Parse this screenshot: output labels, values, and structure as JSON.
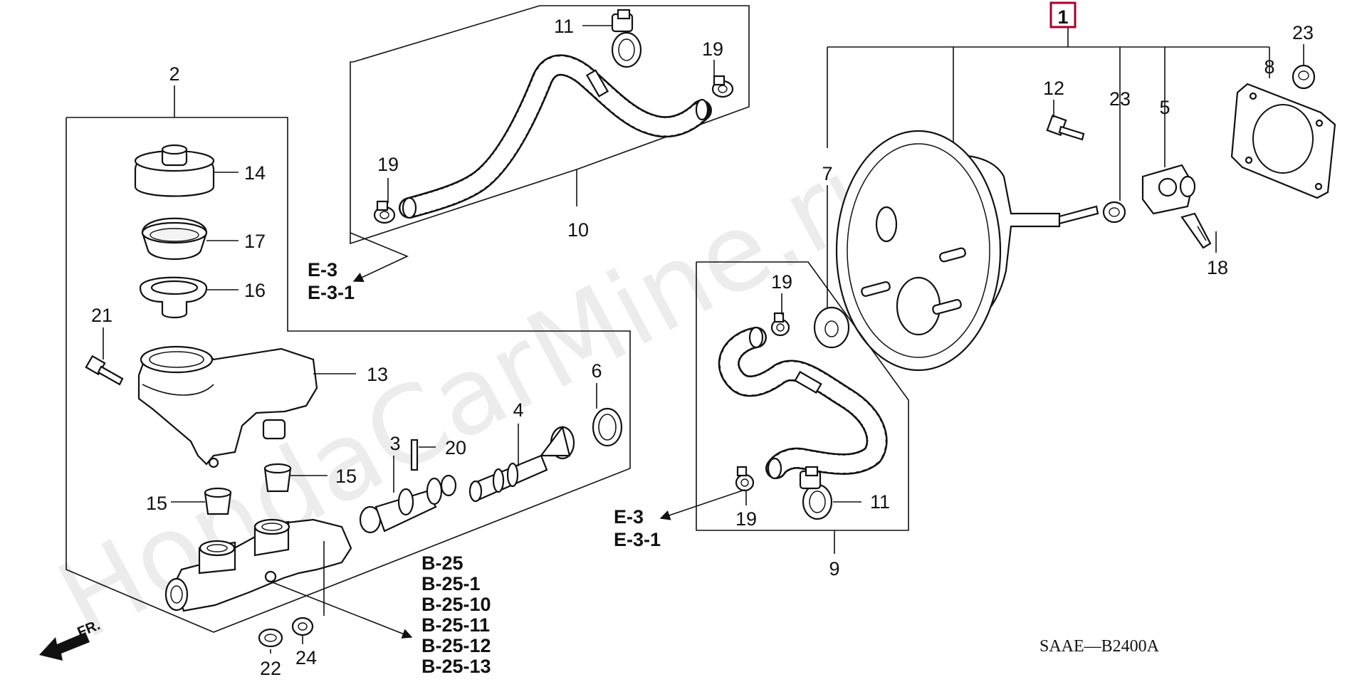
{
  "diagram_code": "SAAE—B2400A",
  "watermark": "HondaCarMine.ru",
  "front_label": "FR.",
  "assembly_box_label": "1",
  "callouts": {
    "c2": "2",
    "c3": "3",
    "c4": "4",
    "c5": "5",
    "c6": "6",
    "c7": "7",
    "c8": "8",
    "c9": "9",
    "c10": "10",
    "c11a": "11",
    "c11b": "11",
    "c12": "12",
    "c13": "13",
    "c14": "14",
    "c15a": "15",
    "c15b": "15",
    "c16": "16",
    "c17": "17",
    "c18": "18",
    "c19a": "19",
    "c19b": "19",
    "c19c": "19",
    "c19d": "19",
    "c20": "20",
    "c21": "21",
    "c22": "22",
    "c23a": "23",
    "c23b": "23",
    "c24": "24"
  },
  "references": {
    "e3_top": [
      "E-3",
      "E-3-1"
    ],
    "e3_bottom": [
      "E-3",
      "E-3-1"
    ],
    "b25": [
      "B-25",
      "B-25-1",
      "B-25-10",
      "B-25-11",
      "B-25-12",
      "B-25-13"
    ]
  },
  "colors": {
    "assembly_box": "#a5002a",
    "ink": "#111111",
    "watermark": "#ececec"
  }
}
